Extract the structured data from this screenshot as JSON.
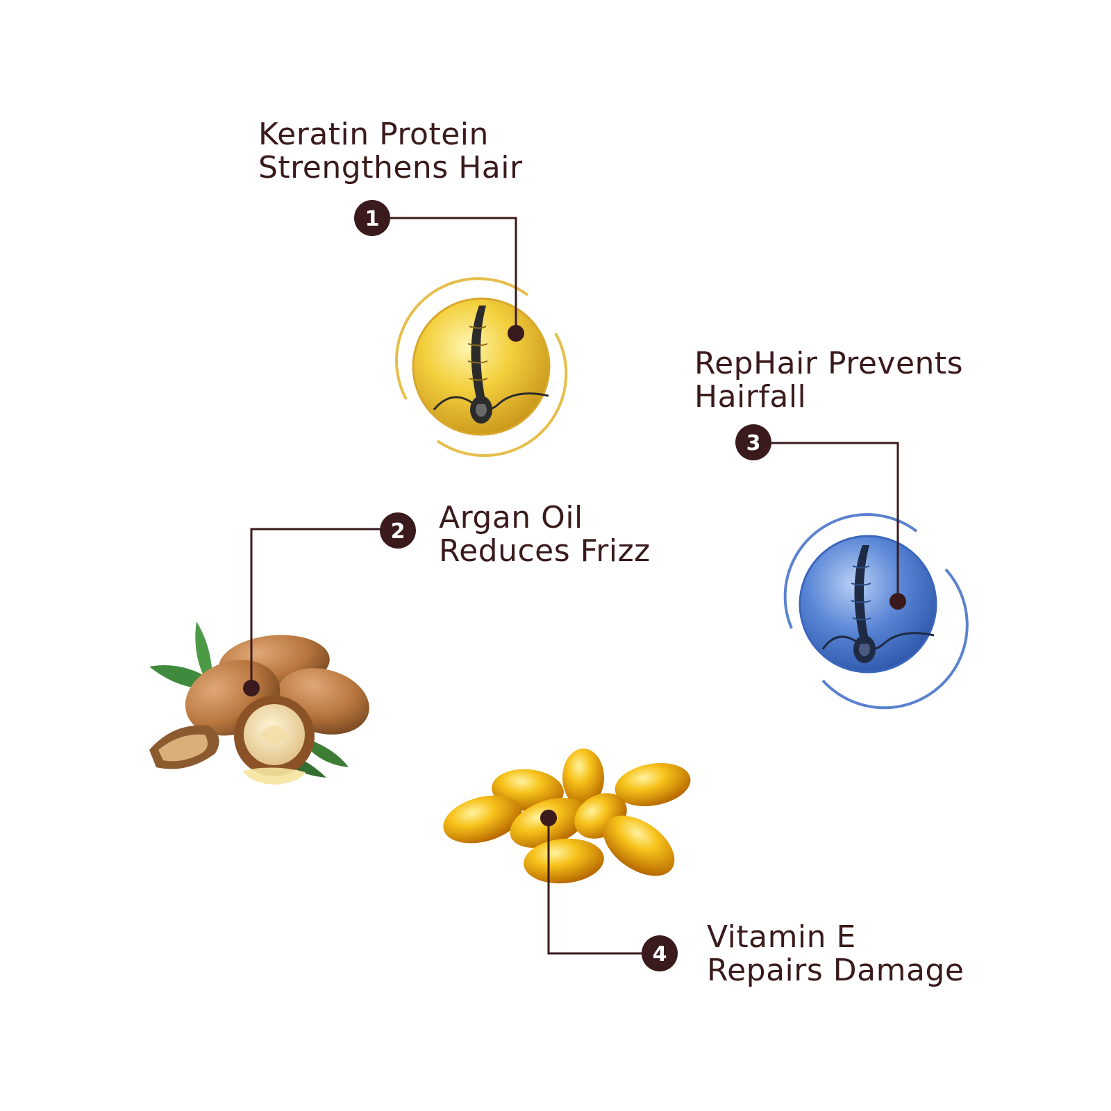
{
  "colors": {
    "text": "#3a1a1c",
    "connector": "#3a1a1c",
    "keratin_gold": "#e8b820",
    "rephair_blue": "#3f6fc8",
    "argan_brown": "#b97a45",
    "capsule_amber": "#f2a900"
  },
  "features": [
    {
      "number": "1",
      "title_line1": "Keratin Protein",
      "title_line2": "Strengthens Hair",
      "icon": "gold-hair-follicle-icon"
    },
    {
      "number": "2",
      "title_line1": "Argan Oil",
      "title_line2": "Reduces Frizz",
      "icon": "argan-nuts-image"
    },
    {
      "number": "3",
      "title_line1": "RepHair Prevents",
      "title_line2": "Hairfall",
      "icon": "blue-hair-follicle-icon"
    },
    {
      "number": "4",
      "title_line1": "Vitamin E",
      "title_line2": "Repairs Damage",
      "icon": "vitamin-e-capsules-image"
    }
  ]
}
